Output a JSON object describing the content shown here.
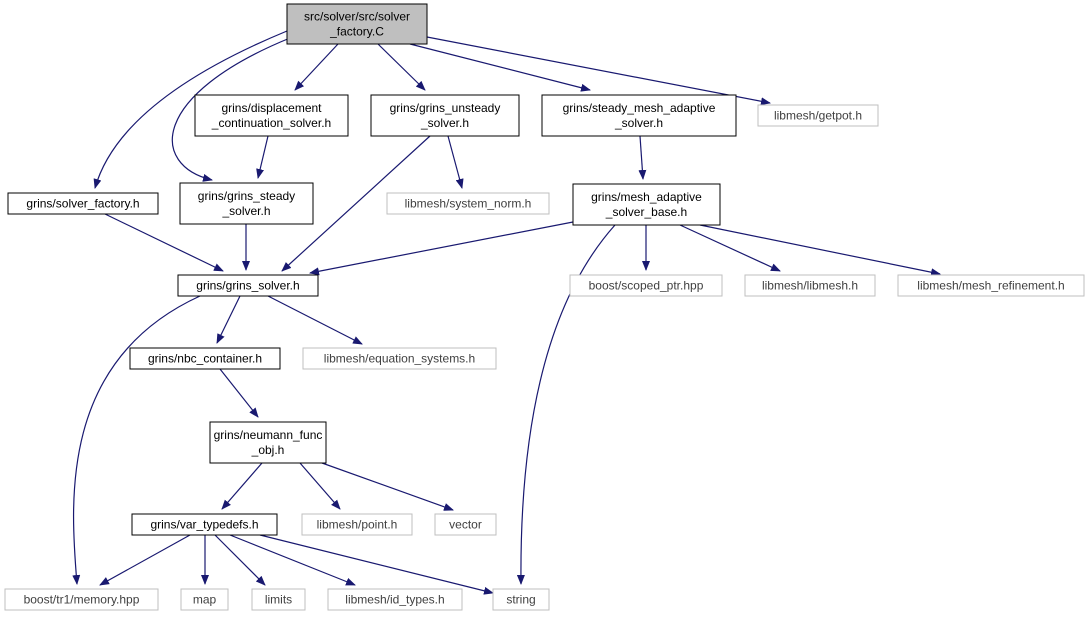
{
  "graph": {
    "colors": {
      "edge": "#191970",
      "root_fill": "#bfbfbf",
      "border_doc": "#000000",
      "border_ext": "#bfbfbf",
      "text_doc": "#000000",
      "text_ext": "#404040"
    },
    "nodes": [
      {
        "id": "solver_factory_c",
        "lines": [
          "src/solver/src/solver",
          "_factory.C"
        ],
        "kind": "root"
      },
      {
        "id": "displacement_continuation_solver",
        "lines": [
          "grins/displacement",
          "_continuation_solver.h"
        ],
        "kind": "doc"
      },
      {
        "id": "grins_unsteady_solver",
        "lines": [
          "grins/grins_unsteady",
          "_solver.h"
        ],
        "kind": "doc"
      },
      {
        "id": "steady_mesh_adaptive_solver",
        "lines": [
          "grins/steady_mesh_adaptive",
          "_solver.h"
        ],
        "kind": "doc"
      },
      {
        "id": "libmesh_getpot",
        "lines": [
          "libmesh/getpot.h"
        ],
        "kind": "ext"
      },
      {
        "id": "solver_factory_h",
        "lines": [
          "grins/solver_factory.h"
        ],
        "kind": "doc"
      },
      {
        "id": "grins_steady_solver",
        "lines": [
          "grins/grins_steady",
          "_solver.h"
        ],
        "kind": "doc"
      },
      {
        "id": "libmesh_system_norm",
        "lines": [
          "libmesh/system_norm.h"
        ],
        "kind": "ext"
      },
      {
        "id": "mesh_adaptive_solver_base",
        "lines": [
          "grins/mesh_adaptive",
          "_solver_base.h"
        ],
        "kind": "doc"
      },
      {
        "id": "grins_solver",
        "lines": [
          "grins/grins_solver.h"
        ],
        "kind": "doc"
      },
      {
        "id": "boost_scoped_ptr",
        "lines": [
          "boost/scoped_ptr.hpp"
        ],
        "kind": "ext"
      },
      {
        "id": "libmesh_libmesh",
        "lines": [
          "libmesh/libmesh.h"
        ],
        "kind": "ext"
      },
      {
        "id": "libmesh_mesh_refinement",
        "lines": [
          "libmesh/mesh_refinement.h"
        ],
        "kind": "ext"
      },
      {
        "id": "nbc_container",
        "lines": [
          "grins/nbc_container.h"
        ],
        "kind": "doc"
      },
      {
        "id": "libmesh_equation_systems",
        "lines": [
          "libmesh/equation_systems.h"
        ],
        "kind": "ext"
      },
      {
        "id": "neumann_func_obj",
        "lines": [
          "grins/neumann_func",
          "_obj.h"
        ],
        "kind": "doc"
      },
      {
        "id": "var_typedefs",
        "lines": [
          "grins/var_typedefs.h"
        ],
        "kind": "doc"
      },
      {
        "id": "libmesh_point",
        "lines": [
          "libmesh/point.h"
        ],
        "kind": "ext"
      },
      {
        "id": "vector",
        "lines": [
          "vector"
        ],
        "kind": "ext"
      },
      {
        "id": "boost_tr1_memory",
        "lines": [
          "boost/tr1/memory.hpp"
        ],
        "kind": "ext"
      },
      {
        "id": "map",
        "lines": [
          "map"
        ],
        "kind": "ext"
      },
      {
        "id": "limits",
        "lines": [
          "limits"
        ],
        "kind": "ext"
      },
      {
        "id": "libmesh_id_types",
        "lines": [
          "libmesh/id_types.h"
        ],
        "kind": "ext"
      },
      {
        "id": "string",
        "lines": [
          "string"
        ],
        "kind": "ext"
      }
    ],
    "edges": [
      {
        "from": "solver_factory_c",
        "to": "displacement_continuation_solver"
      },
      {
        "from": "solver_factory_c",
        "to": "grins_unsteady_solver"
      },
      {
        "from": "solver_factory_c",
        "to": "steady_mesh_adaptive_solver"
      },
      {
        "from": "solver_factory_c",
        "to": "libmesh_getpot"
      },
      {
        "from": "solver_factory_c",
        "to": "solver_factory_h"
      },
      {
        "from": "solver_factory_c",
        "to": "grins_steady_solver"
      },
      {
        "from": "displacement_continuation_solver",
        "to": "grins_steady_solver"
      },
      {
        "from": "grins_unsteady_solver",
        "to": "libmesh_system_norm"
      },
      {
        "from": "grins_unsteady_solver",
        "to": "grins_solver"
      },
      {
        "from": "steady_mesh_adaptive_solver",
        "to": "mesh_adaptive_solver_base"
      },
      {
        "from": "solver_factory_h",
        "to": "grins_solver"
      },
      {
        "from": "grins_steady_solver",
        "to": "grins_solver"
      },
      {
        "from": "mesh_adaptive_solver_base",
        "to": "grins_solver"
      },
      {
        "from": "mesh_adaptive_solver_base",
        "to": "boost_scoped_ptr"
      },
      {
        "from": "mesh_adaptive_solver_base",
        "to": "libmesh_libmesh"
      },
      {
        "from": "mesh_adaptive_solver_base",
        "to": "libmesh_mesh_refinement"
      },
      {
        "from": "mesh_adaptive_solver_base",
        "to": "string"
      },
      {
        "from": "grins_solver",
        "to": "nbc_container"
      },
      {
        "from": "grins_solver",
        "to": "libmesh_equation_systems"
      },
      {
        "from": "grins_solver",
        "to": "boost_tr1_memory"
      },
      {
        "from": "nbc_container",
        "to": "neumann_func_obj"
      },
      {
        "from": "neumann_func_obj",
        "to": "var_typedefs"
      },
      {
        "from": "neumann_func_obj",
        "to": "libmesh_point"
      },
      {
        "from": "neumann_func_obj",
        "to": "vector"
      },
      {
        "from": "var_typedefs",
        "to": "boost_tr1_memory"
      },
      {
        "from": "var_typedefs",
        "to": "map"
      },
      {
        "from": "var_typedefs",
        "to": "limits"
      },
      {
        "from": "var_typedefs",
        "to": "libmesh_id_types"
      },
      {
        "from": "var_typedefs",
        "to": "string"
      }
    ]
  }
}
